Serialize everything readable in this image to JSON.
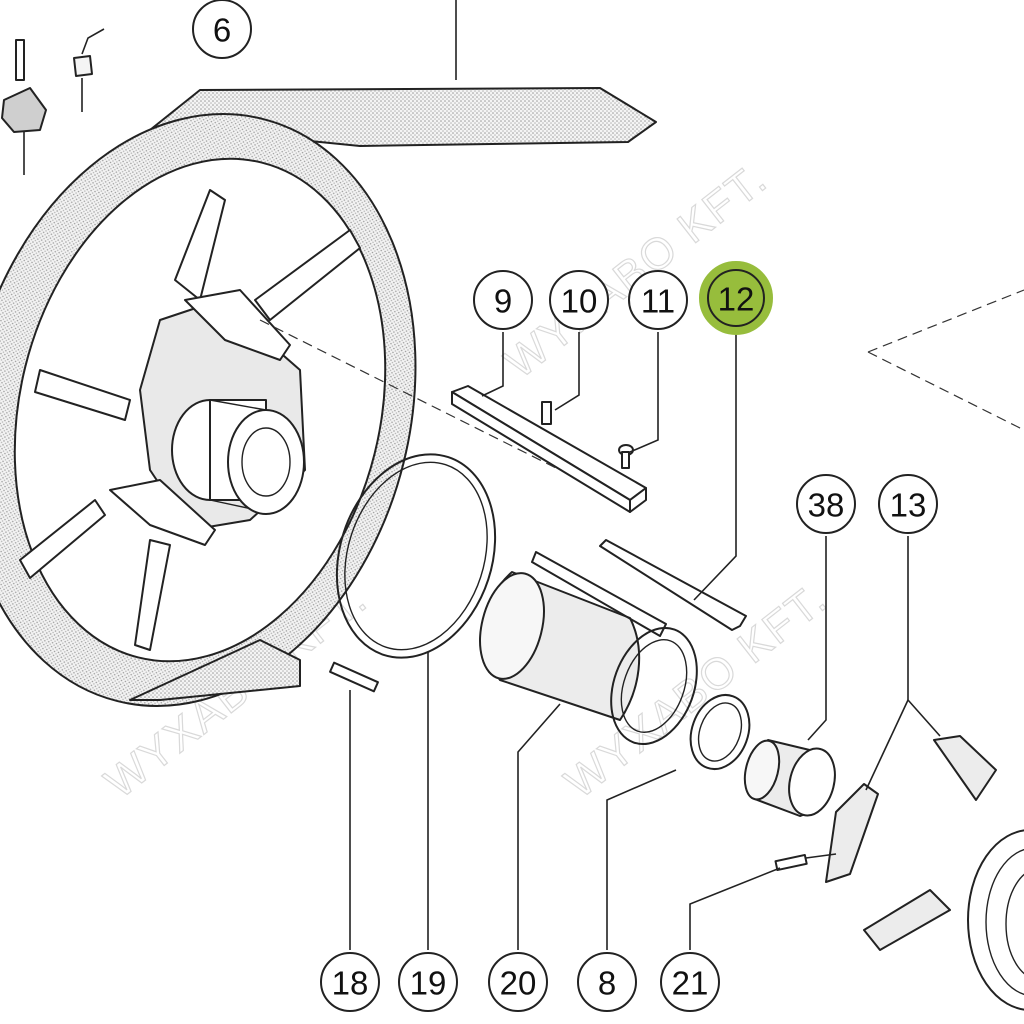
{
  "watermark": "WYXABO KFT.",
  "highlight_color": "#97bd3c",
  "callouts": [
    {
      "id": "6",
      "label": "6",
      "highlighted": false
    },
    {
      "id": "9",
      "label": "9",
      "highlighted": false
    },
    {
      "id": "10",
      "label": "10",
      "highlighted": false
    },
    {
      "id": "11",
      "label": "11",
      "highlighted": false
    },
    {
      "id": "12",
      "label": "12",
      "highlighted": true
    },
    {
      "id": "38",
      "label": "38",
      "highlighted": false
    },
    {
      "id": "13",
      "label": "13",
      "highlighted": false
    },
    {
      "id": "18",
      "label": "18",
      "highlighted": false
    },
    {
      "id": "19",
      "label": "19",
      "highlighted": false
    },
    {
      "id": "20",
      "label": "20",
      "highlighted": false
    },
    {
      "id": "8",
      "label": "8",
      "highlighted": false
    },
    {
      "id": "21",
      "label": "21",
      "highlighted": false
    }
  ]
}
